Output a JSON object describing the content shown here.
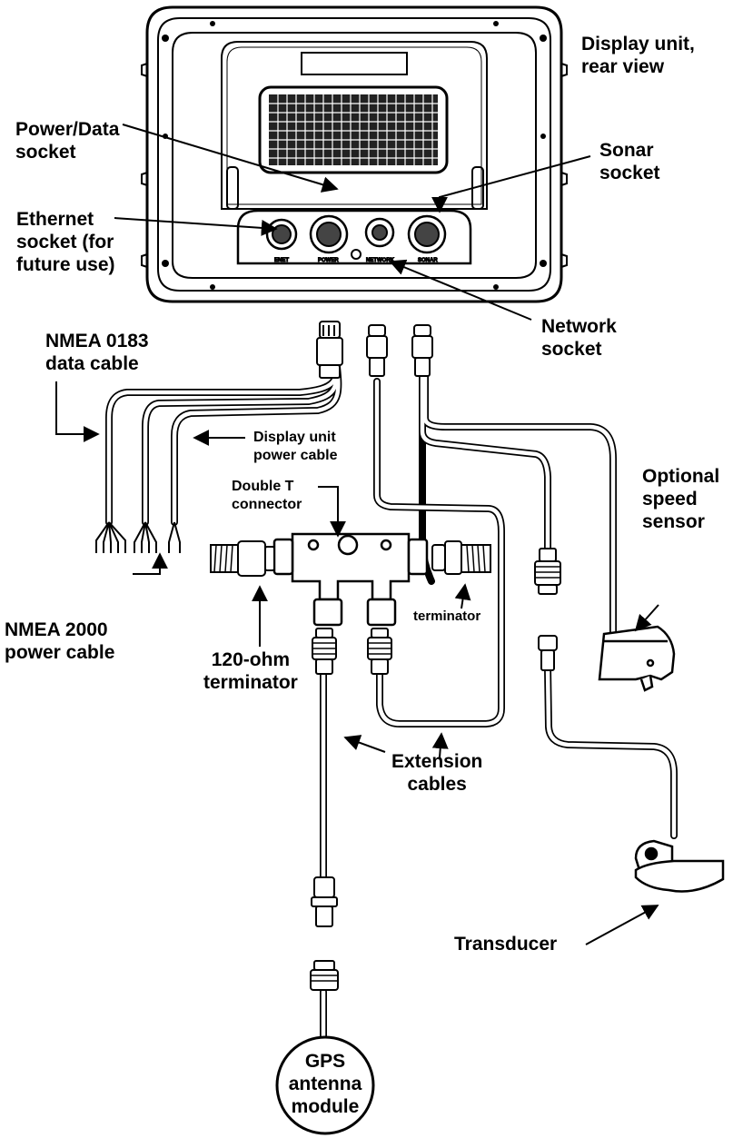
{
  "labels": {
    "display_unit": "Display unit,\nrear view",
    "power_data_socket": "Power/Data\nsocket",
    "sonar_socket": "Sonar\nsocket",
    "ethernet_socket": "Ethernet\nsocket (for\nfuture use)",
    "network_socket": "Network\nsocket",
    "nmea0183_cable": "NMEA 0183\ndata cable",
    "display_power_cable": "Display unit\npower cable",
    "double_t_connector": "Double T\nconnector",
    "optional_speed_sensor": "Optional\nspeed\nsensor",
    "terminator": "terminator",
    "nmea2000_power_cable": "NMEA 2000\npower cable",
    "ohm_terminator": "120-ohm\nterminator",
    "extension_cables": "Extension\ncables",
    "transducer": "Transducer",
    "gps_module": "GPS\nantenna\nmodule"
  },
  "port_marks": {
    "ethernet": "ENET",
    "power": "POWER",
    "network": "NETWORK",
    "sonar": "SONAR"
  }
}
